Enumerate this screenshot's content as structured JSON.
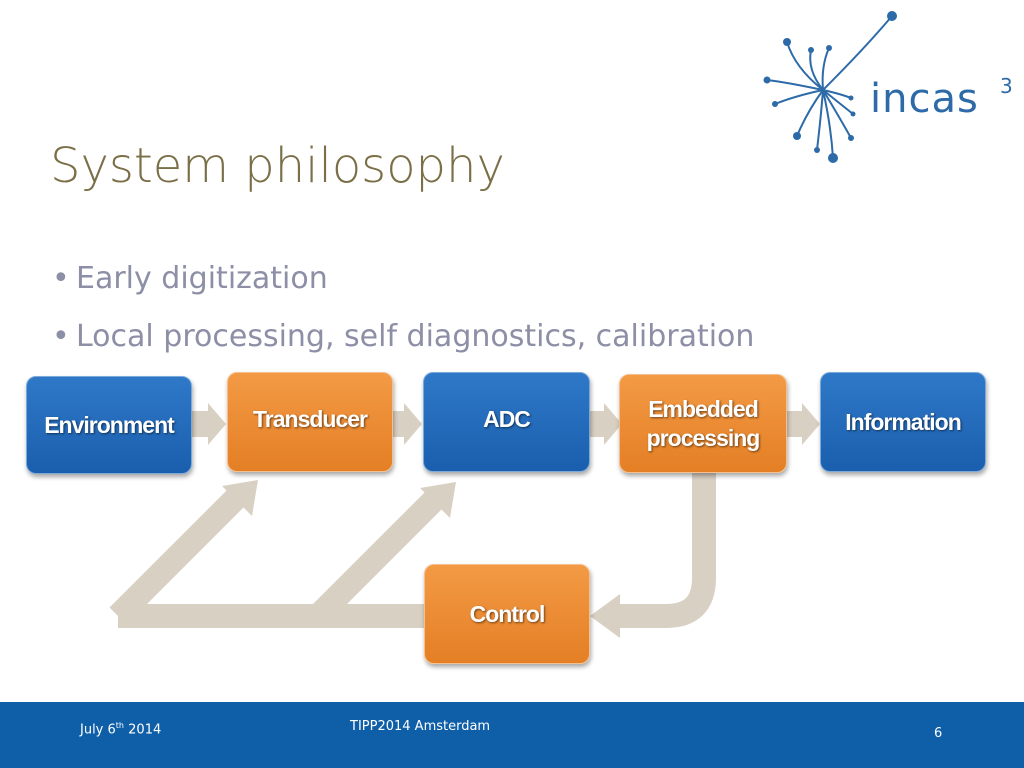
{
  "slide": {
    "title": "System philosophy",
    "bullets": [
      "Early digitization",
      "Local processing, self diagnostics, calibration"
    ]
  },
  "logo": {
    "text": "incas",
    "superscript": "3"
  },
  "diagram": {
    "nodes": [
      {
        "id": "environment",
        "label": "Environment",
        "color": "#1a5fae"
      },
      {
        "id": "transducer",
        "label": "Transducer",
        "color": "#e47f25"
      },
      {
        "id": "adc",
        "label": "ADC",
        "color": "#1a5fae"
      },
      {
        "id": "embedded",
        "label_line1": "Embedded",
        "label_line2": "processing",
        "color": "#e47f25"
      },
      {
        "id": "information",
        "label": "Information",
        "color": "#1a5fae"
      },
      {
        "id": "control",
        "label": "Control",
        "color": "#e47f25"
      }
    ],
    "arrow_color": "#d9d0c4"
  },
  "footer": {
    "date_prefix": "July 6",
    "date_sup": "th",
    "date_suffix": " 2014",
    "event": "TIPP2014 Amsterdam",
    "page": "6",
    "background": "#0f5fa8"
  },
  "colors": {
    "title": "#7a6f47",
    "bullet_text": "#8c8fa6",
    "brand_blue": "#2d6aa8"
  }
}
